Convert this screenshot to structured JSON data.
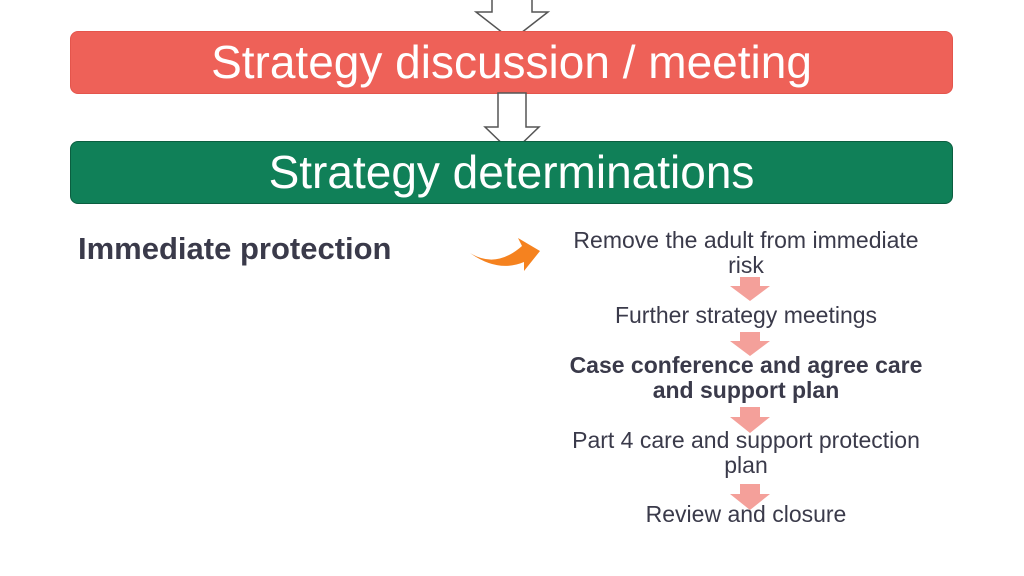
{
  "banners": {
    "discussion": "Strategy discussion / meeting",
    "determinations": "Strategy determinations"
  },
  "side_label": "Immediate protection",
  "steps": [
    {
      "text": "Remove the adult from immediate risk",
      "bold": false
    },
    {
      "text": "Further strategy meetings",
      "bold": false
    },
    {
      "text": "Case conference and agree care and support plan",
      "bold": true
    },
    {
      "text": "Part 4 care and support protection plan",
      "bold": false
    },
    {
      "text": "Review and closure",
      "bold": false
    }
  ],
  "colors": {
    "discussion_banner": "#EE6158",
    "determinations_banner": "#108058",
    "curved_arrow": "#F5821F",
    "step_arrows": "#F4A09A",
    "text": "#3A3A4A"
  },
  "icons": {
    "flow_arrow": "outline-down-arrow-icon",
    "curved_arrow": "curved-right-arrow-icon",
    "step_arrow": "down-arrow-icon"
  }
}
